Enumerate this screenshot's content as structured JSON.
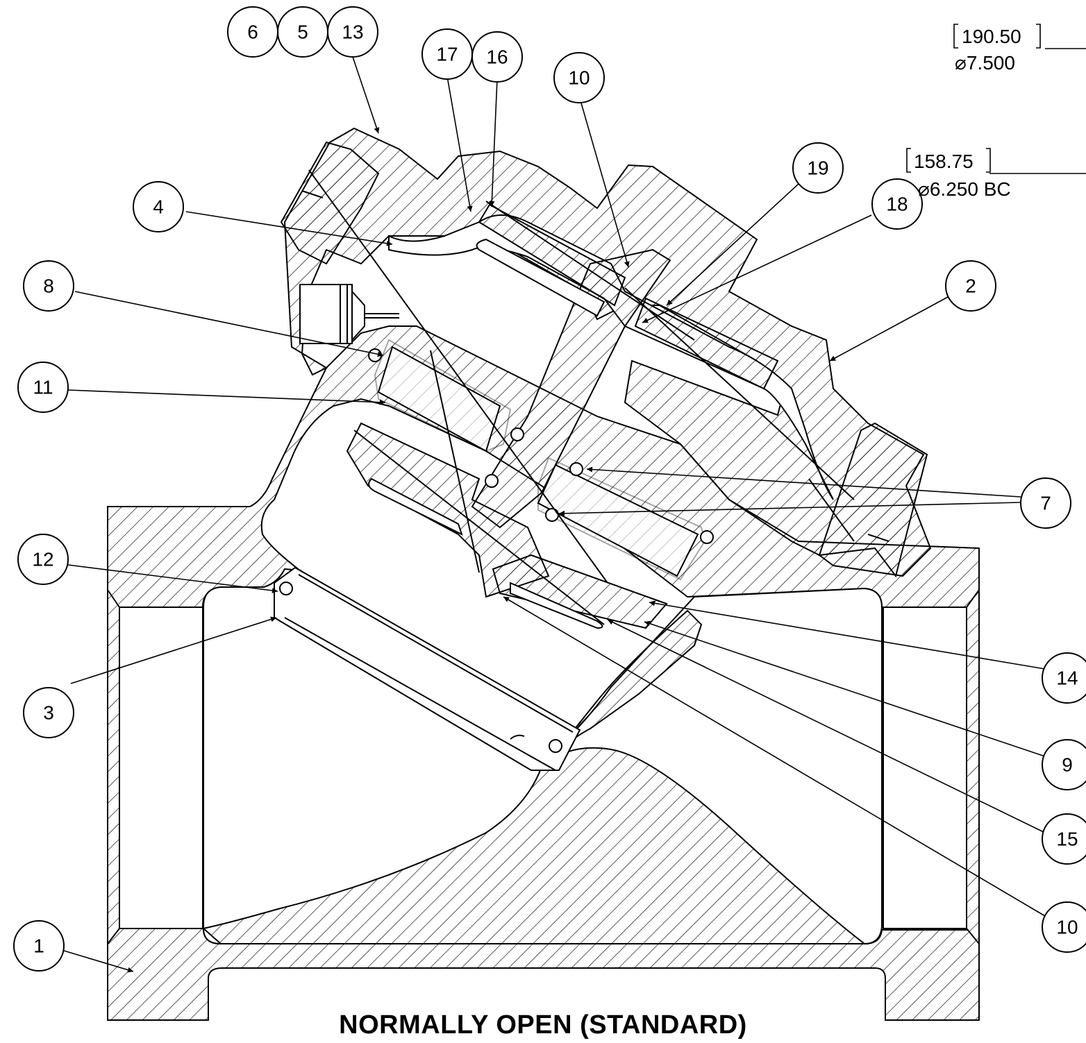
{
  "drawing": {
    "caption": "NORMALLY OPEN (STANDARD)",
    "dimensions": [
      {
        "id": "dim-190",
        "metric": "190.50",
        "imperial": "7.500",
        "suffix": ""
      },
      {
        "id": "dim-158",
        "metric": "158.75",
        "imperial": "6.250",
        "suffix": " BC"
      }
    ],
    "balloons": [
      "6",
      "5",
      "13",
      "17",
      "16",
      "10",
      "4",
      "19",
      "18",
      "8",
      "2",
      "11",
      "7",
      "12",
      "14",
      "3",
      "9",
      "15",
      "10",
      "1"
    ],
    "diameter_symbol": "⌀"
  }
}
